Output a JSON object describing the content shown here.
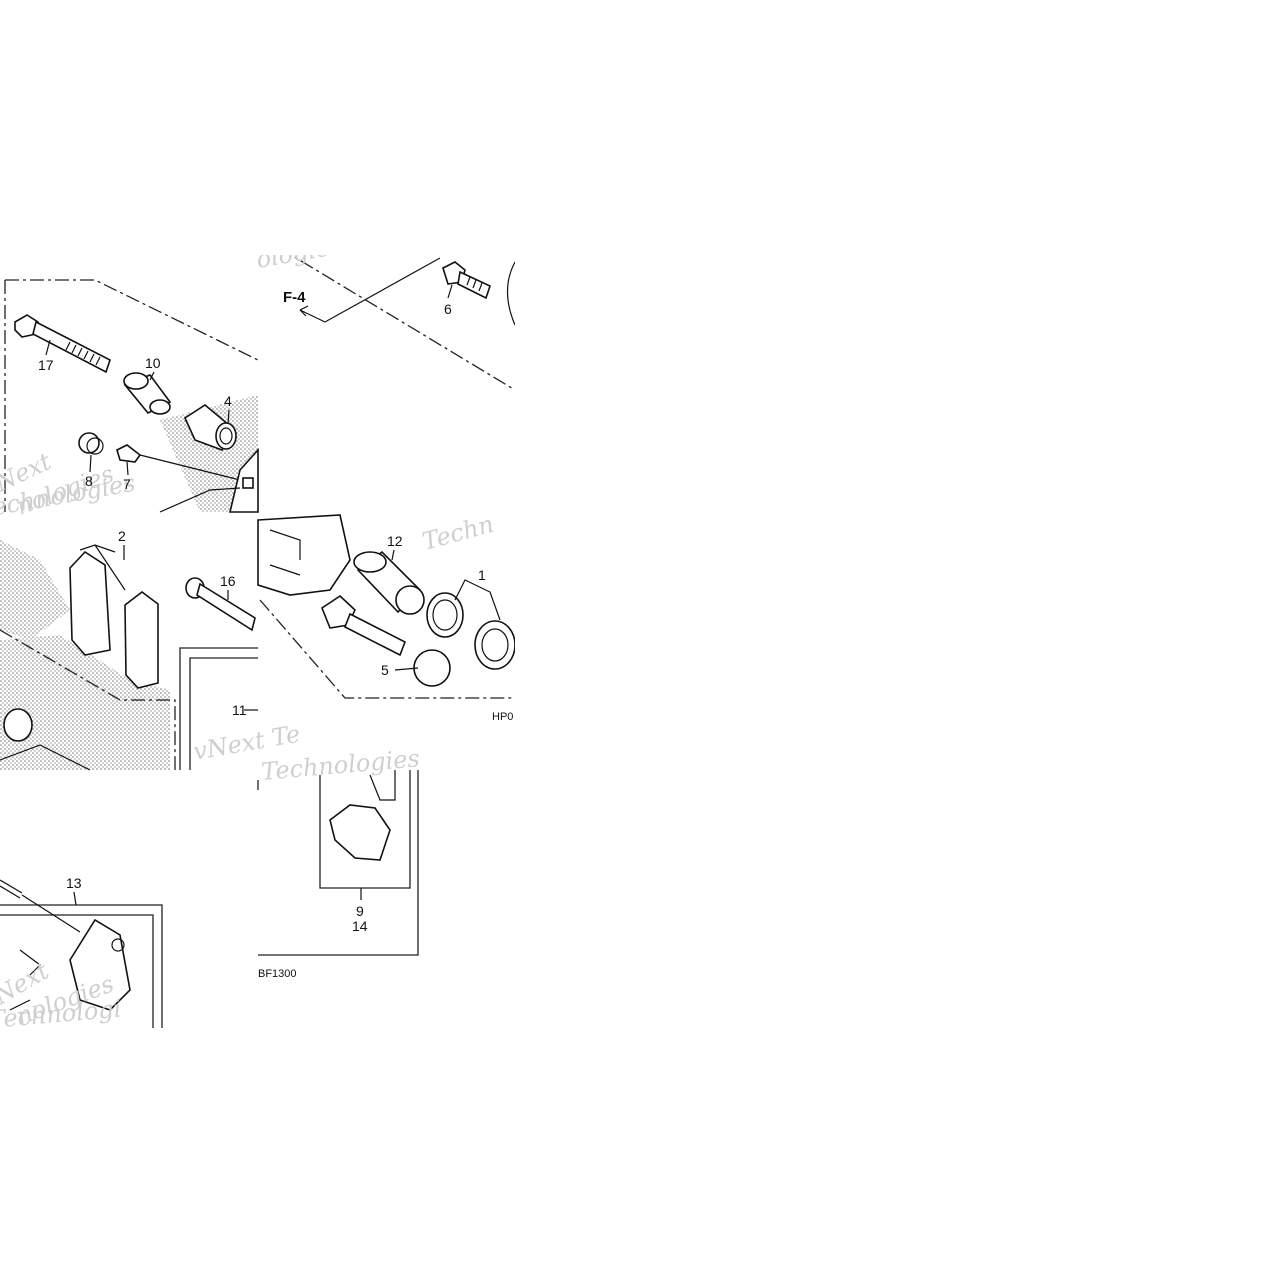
{
  "diagram": {
    "ref_label": "F-4",
    "part_numbers": {
      "p1": "1",
      "p2": "2",
      "p4": "4",
      "p5": "5",
      "p6": "6",
      "p7": "7",
      "p8": "8",
      "p9": "9",
      "p10": "10",
      "p11": "11",
      "p12": "12",
      "p13": "13",
      "p14": "14",
      "p16": "16",
      "p17": "17"
    },
    "codes": {
      "code_a": "HP0",
      "code_b": "BF1300"
    },
    "watermarks": {
      "w1": "ologies",
      "w2": "Next",
      "w3": "nologies",
      "w4": "Technologies",
      "w5": "Techn",
      "w6": "vNext Te",
      "w7": "Technologies",
      "w8": "Next",
      "w9": "nologies",
      "w10": "Technologi"
    }
  }
}
